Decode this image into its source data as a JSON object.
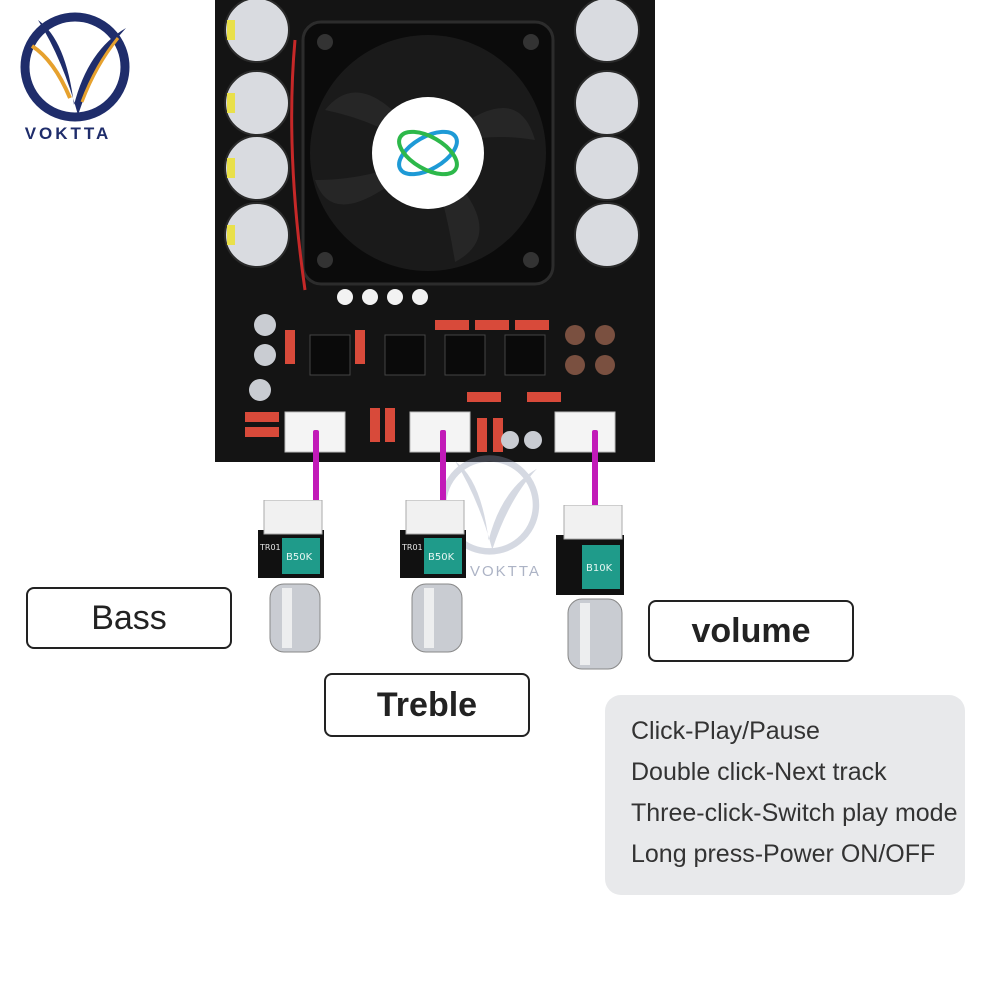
{
  "brand": {
    "name": "VOKTTA",
    "primary_color": "#1f2d6b",
    "accent_color": "#e6a12e"
  },
  "controls": {
    "bass_label": "Bass",
    "treble_label": "Treble",
    "volume_label": "volume"
  },
  "knob_markings": {
    "bass": "B50K",
    "treble": "B50K",
    "volume": "B10K",
    "module_code": "TR01"
  },
  "instructions": [
    "Click-Play/Pause",
    "Double click-Next track",
    "Three-click-Switch play mode",
    "Long press-Power ON/OFF"
  ],
  "colors": {
    "wire": "#c21ab8",
    "board": "#151515",
    "panel": "#e8e9eb"
  }
}
